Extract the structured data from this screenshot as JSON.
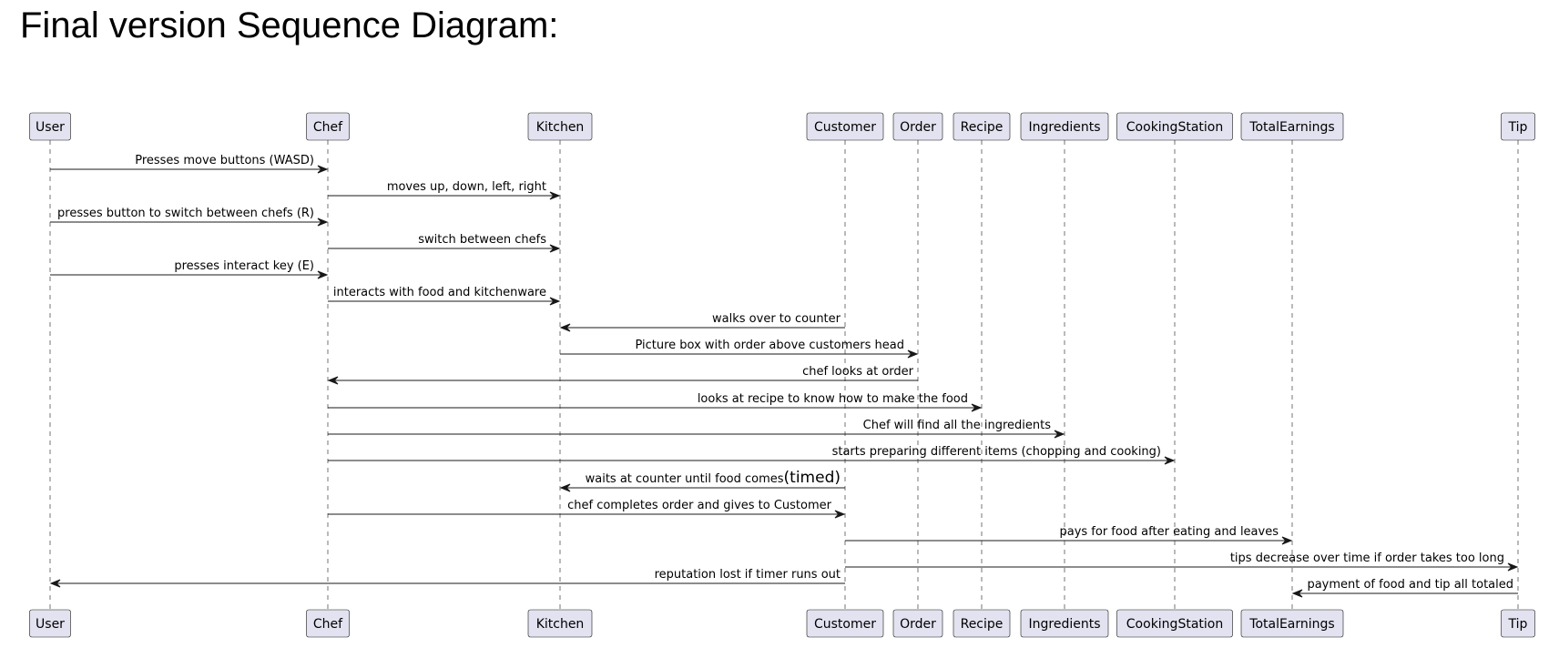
{
  "title": "Final version Sequence Diagram:",
  "participants": [
    {
      "id": "user",
      "label": "User"
    },
    {
      "id": "chef",
      "label": "Chef"
    },
    {
      "id": "kitchen",
      "label": "Kitchen"
    },
    {
      "id": "customer",
      "label": "Customer"
    },
    {
      "id": "order",
      "label": "Order"
    },
    {
      "id": "recipe",
      "label": "Recipe"
    },
    {
      "id": "ingredients",
      "label": "Ingredients"
    },
    {
      "id": "cookingstation",
      "label": "CookingStation"
    },
    {
      "id": "totalearnings",
      "label": "TotalEarnings"
    },
    {
      "id": "tip",
      "label": "Tip"
    }
  ],
  "messages": [
    {
      "from": "user",
      "to": "chef",
      "text": "Presses move buttons (WASD)"
    },
    {
      "from": "chef",
      "to": "kitchen",
      "text": "moves up, down, left, right"
    },
    {
      "from": "user",
      "to": "chef",
      "text": "presses button to switch between chefs (R)"
    },
    {
      "from": "chef",
      "to": "kitchen",
      "text": "switch between chefs",
      "emphasis": "large"
    },
    {
      "from": "user",
      "to": "chef",
      "text": "presses interact key (E)"
    },
    {
      "from": "chef",
      "to": "kitchen",
      "text": "interacts with food and kitchenware"
    },
    {
      "from": "customer",
      "to": "kitchen",
      "text": "walks over to counter"
    },
    {
      "from": "kitchen",
      "to": "order",
      "text": "Picture box with order above customers head"
    },
    {
      "from": "order",
      "to": "chef",
      "text": "chef looks at order"
    },
    {
      "from": "chef",
      "to": "recipe",
      "text": "looks at recipe to know how to make the food"
    },
    {
      "from": "chef",
      "to": "ingredients",
      "text": "Chef will find all the ingredients"
    },
    {
      "from": "chef",
      "to": "cookingstation",
      "text": "starts preparing different items (chopping and cooking)"
    },
    {
      "from": "customer",
      "to": "kitchen",
      "text": "waits at counter until food comes",
      "suffix": "(timed)"
    },
    {
      "from": "chef",
      "to": "customer",
      "text": "chef completes order and gives to Customer"
    },
    {
      "from": "customer",
      "to": "totalearnings",
      "text": "pays for food after eating and leaves"
    },
    {
      "from": "customer",
      "to": "tip",
      "text": "tips decrease over time if order takes too long"
    },
    {
      "from": "customer",
      "to": "user",
      "text": "reputation lost if timer runs out",
      "emphasis": "large"
    },
    {
      "from": "tip",
      "to": "totalearnings",
      "text": "payment of food and tip all totaled"
    }
  ]
}
